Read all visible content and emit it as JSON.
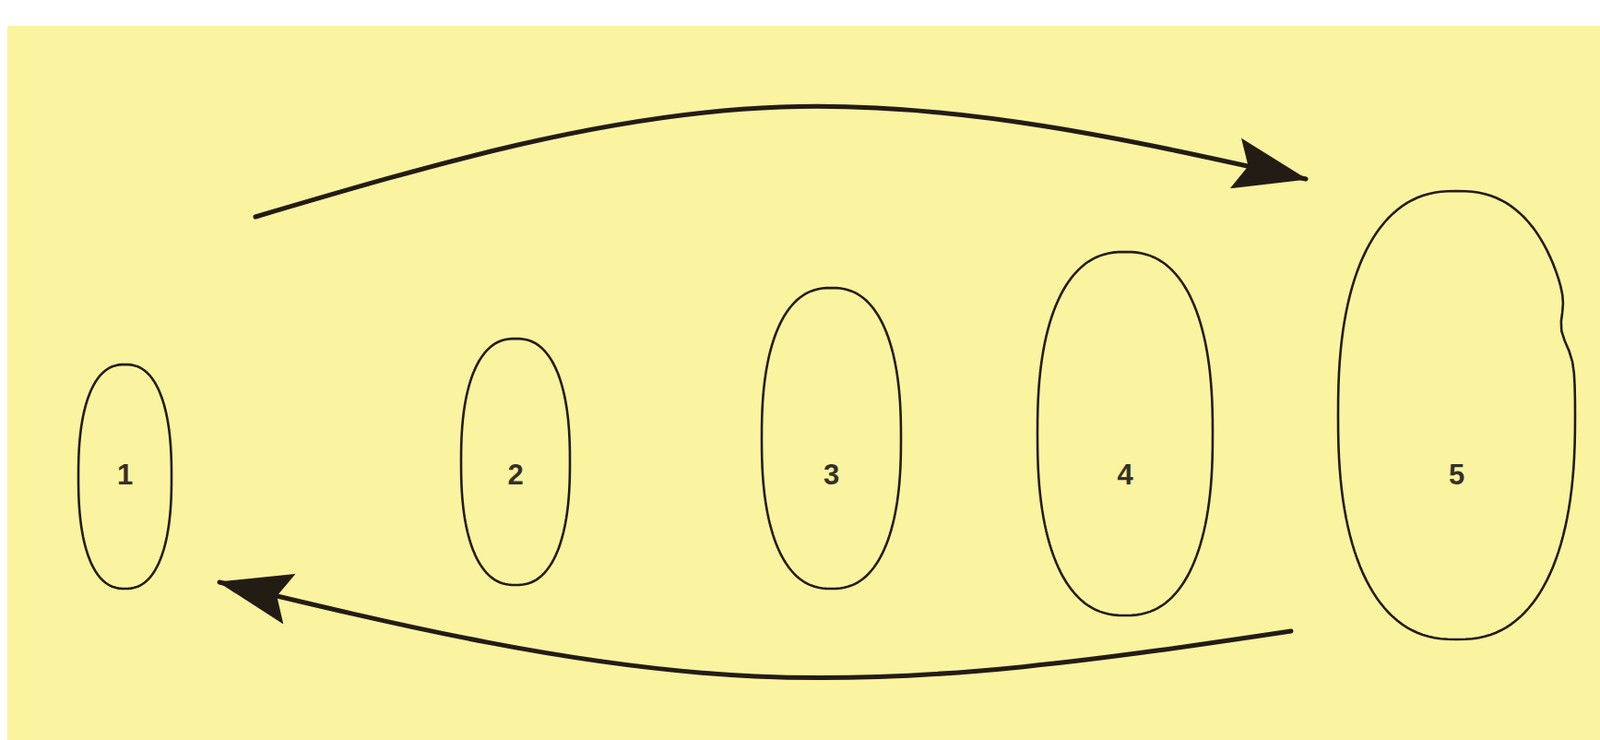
{
  "diagram": {
    "nodes": [
      {
        "text": [
          "1"
        ]
      },
      {
        "text": [
          "2"
        ]
      },
      {
        "text": [
          "3"
        ]
      },
      {
        "text": [
          "4"
        ]
      },
      {
        "text": [
          "5"
        ]
      }
    ],
    "edges": [
      {
        "from": 0,
        "to": 4,
        "arrow": "to"
      },
      {
        "from": 4,
        "to": 0,
        "arrow": "to"
      }
    ]
  }
}
